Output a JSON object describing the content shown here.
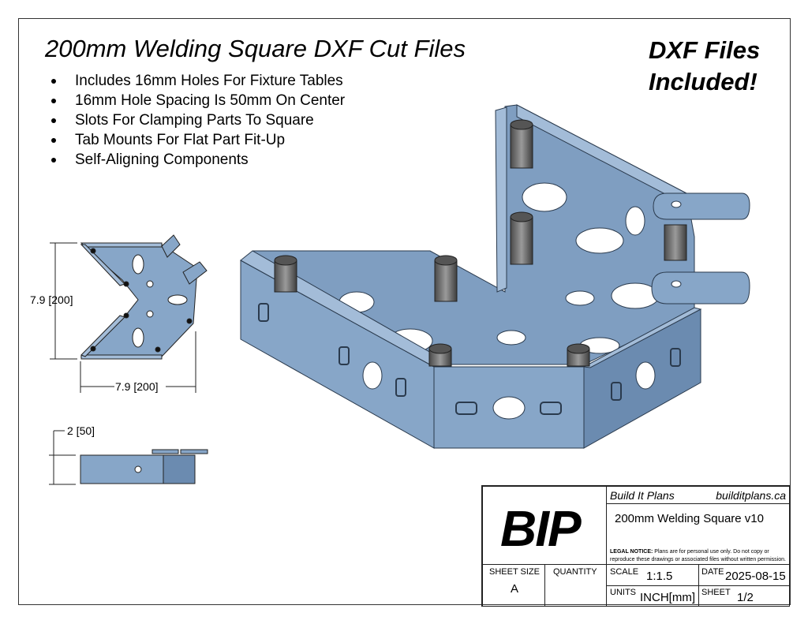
{
  "title": "200mm Welding Square DXF Cut Files",
  "promo": {
    "line1": "DXF Files",
    "line2": "Included!"
  },
  "features": [
    "Includes 16mm Holes For Fixture Tables",
    "16mm Hole Spacing Is 50mm On Center",
    "Slots For Clamping Parts To Square",
    "Tab Mounts For Flat Part Fit-Up",
    "Self-Aligning Components"
  ],
  "dimensions": {
    "height": "7.9 [200]",
    "width": "7.9 [200]",
    "depth": "2 [50]"
  },
  "colors": {
    "part": "#87a6c8",
    "part_dark": "#6b8bb0",
    "part_light": "#a3bcd8",
    "hardware": "#6e6e6e"
  },
  "title_block": {
    "logo": "BIP",
    "company": "Build It Plans",
    "website": "builditplans.ca",
    "drawing_title": "200mm Welding Square v10",
    "legal_label": "LEGAL NOTICE:",
    "legal_text": "Plans are for personal use only. Do not copy or reproduce these drawings or associated files without written permission.",
    "sheet_size_label": "SHEET SIZE",
    "sheet_size": "A",
    "quantity_label": "QUANTITY",
    "scale_label": "SCALE",
    "scale": "1:1.5",
    "date_label": "DATE",
    "date": "2025-08-15",
    "units_label": "UNITS",
    "units": "INCH[mm]",
    "sheet_label": "SHEET",
    "sheet": "1/2"
  }
}
